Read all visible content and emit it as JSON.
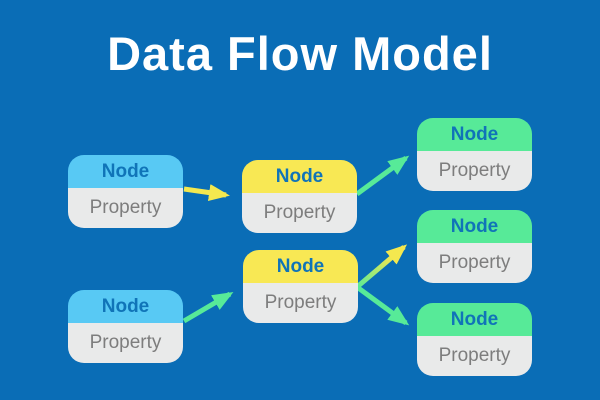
{
  "title": "Data Flow Model",
  "colors": {
    "background": "#0a6db6",
    "title_text": "#ffffff",
    "node_header_cyan": "#58c9f4",
    "node_header_yellow": "#f8e854",
    "node_header_green": "#57ea98",
    "node_body_gray": "#e9eaea",
    "node_label_text": "#1074b8",
    "property_text": "#7d7d7d",
    "arrow_yellow": "#f4e84f",
    "arrow_green": "#57ea98"
  },
  "nodes": [
    {
      "id": "left-1",
      "column": "left",
      "header_color": "cyan",
      "label": "Node",
      "property": "Property"
    },
    {
      "id": "left-2",
      "column": "left",
      "header_color": "cyan",
      "label": "Node",
      "property": "Property"
    },
    {
      "id": "middle-1",
      "column": "middle",
      "header_color": "yellow",
      "label": "Node",
      "property": "Property"
    },
    {
      "id": "middle-2",
      "column": "middle",
      "header_color": "yellow",
      "label": "Node",
      "property": "Property"
    },
    {
      "id": "right-1",
      "column": "right",
      "header_color": "green",
      "label": "Node",
      "property": "Property"
    },
    {
      "id": "right-2",
      "column": "right",
      "header_color": "green",
      "label": "Node",
      "property": "Property"
    },
    {
      "id": "right-3",
      "column": "right",
      "header_color": "green",
      "label": "Node",
      "property": "Property"
    }
  ],
  "arrows": [
    {
      "from": "left-1",
      "to": "middle-1",
      "color": "yellow"
    },
    {
      "from": "middle-1",
      "to": "right-1",
      "color": "green"
    },
    {
      "from": "left-2",
      "to": "middle-2",
      "color": "green"
    },
    {
      "from": "middle-2",
      "to": "right-2",
      "color": "green-to-yellow"
    },
    {
      "from": "middle-2",
      "to": "right-3",
      "color": "green"
    }
  ]
}
